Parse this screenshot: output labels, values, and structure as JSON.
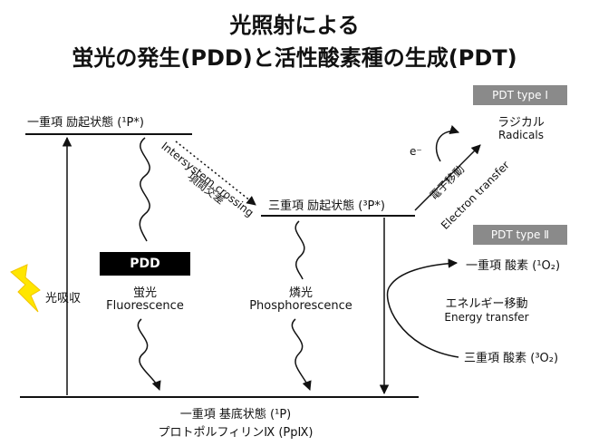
{
  "title": {
    "line1": "光照射による",
    "line2": "蛍光の発生(PDD)と活性酸素種の生成(PDT)"
  },
  "states": {
    "s1": "一重項 励起状態 (¹P*)",
    "t1": "三重項 励起状態 (³P*)",
    "s0_line1": "一重項 基底状態 (¹P)",
    "s0_line2": "プロトポルフィリンⅨ (PpⅨ)"
  },
  "processes": {
    "absorption": "光吸収",
    "pdd_tag": "PDD",
    "fluor_jp": "蛍光",
    "fluor_en": "Fluorescence",
    "isc_jp": "項間交差",
    "isc_en": "Intersystem crossing",
    "phos_jp": "燐光",
    "phos_en": "Phosphorescence",
    "et_jp": "電子移動",
    "et_en": "Electron transfer",
    "electron": "e⁻",
    "energy_jp": "エネルギー移動",
    "energy_en": "Energy transfer"
  },
  "pdt": {
    "type1_tag": "PDT type Ⅰ",
    "radicals_jp": "ラジカル",
    "radicals_en": "Radicals",
    "type2_tag": "PDT type Ⅱ",
    "singlet_oxygen": "一重項 酸素 (¹O₂)",
    "triplet_oxygen": "三重項 酸素 (³O₂)"
  },
  "colors": {
    "lightning": "#ffe600",
    "tag_gray": "#8a8a8a"
  }
}
